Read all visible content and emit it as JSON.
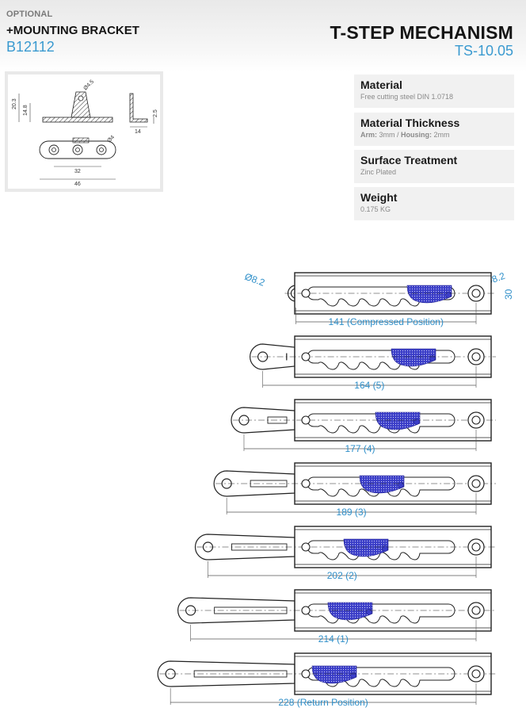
{
  "header": {
    "optional_label": "OPTIONAL",
    "accessory_title": "+MOUNTING BRACKET",
    "accessory_code": "B12112",
    "product_title": "T-STEP MECHANISM",
    "product_code": "TS-10.05"
  },
  "bracket_drawing": {
    "dims": [
      "20.3",
      "14.8",
      "Ø4.5",
      "2.5",
      "14",
      "Ø4",
      "32",
      "46"
    ]
  },
  "specs": [
    {
      "label": "Material",
      "value": "Free cutting steel DIN 1.0718"
    },
    {
      "label": "Material Thickness",
      "arm_label": "Arm:",
      "arm_value": " 3mm / ",
      "housing_label": "Housing:",
      "housing_value": " 2mm"
    },
    {
      "label": "Surface Treatment",
      "value": "Zinc Plated"
    },
    {
      "label": "Weight",
      "value": "0.175 KG"
    }
  ],
  "mechanism": {
    "hole_dia_left": "Ø8.2",
    "hole_dia_right": "Ø8.2",
    "housing_height": "30",
    "positions": [
      {
        "length": 141,
        "label": "141 (Compressed Position)",
        "engaged": 0
      },
      {
        "length": 164,
        "label": "164 (5)",
        "engaged": 1
      },
      {
        "length": 177,
        "label": "177 (4)",
        "engaged": 2
      },
      {
        "length": 189,
        "label": "189 (3)",
        "engaged": 3
      },
      {
        "length": 202,
        "label": "202 (2)",
        "engaged": 4
      },
      {
        "length": 214,
        "label": "214 (1)",
        "engaged": 5
      },
      {
        "length": 228,
        "label": "228 (Return Position)",
        "engaged": 6
      }
    ],
    "colors": {
      "line": "#222222",
      "dim": "#2f8fc9",
      "pawl": "#3b3ec8"
    }
  }
}
